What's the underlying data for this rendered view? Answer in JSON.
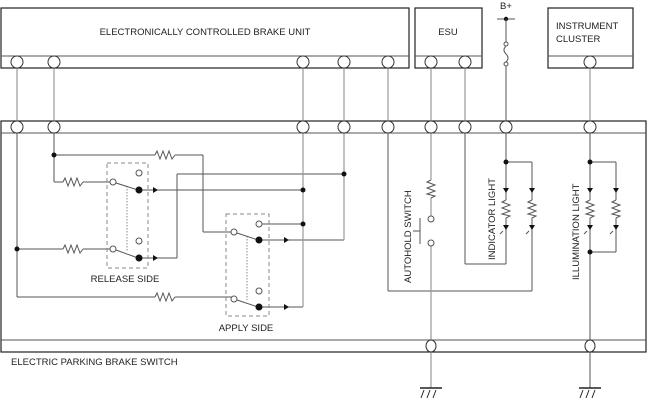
{
  "diagram": {
    "title": "ELECTRIC PARKING BRAKE SWITCH",
    "components": {
      "ecbu": "ELECTRONICALLY CONTROLLED BRAKE UNIT",
      "esu": "ESU",
      "b_plus": "B+",
      "instrument_cluster_line1": "INSTRUMENT",
      "instrument_cluster_line2": "CLUSTER"
    },
    "labels": {
      "release_side": "RELEASE SIDE",
      "apply_side": "APPLY SIDE",
      "autohold_switch": "AUTOHOLD SWITCH",
      "indicator_light": "INDICATOR LIGHT",
      "illumination_light": "ILLUMINATION LIGHT"
    }
  }
}
